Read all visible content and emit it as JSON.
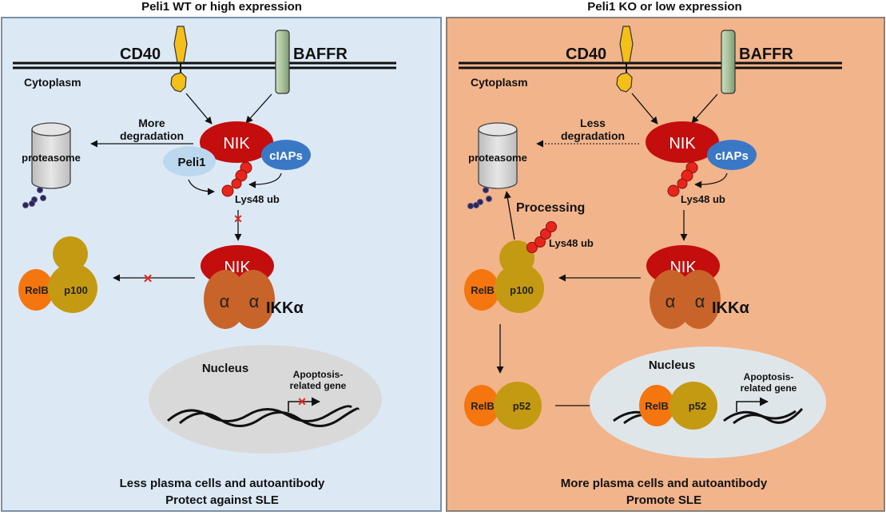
{
  "left": {
    "title": "Peli1 WT or high expression",
    "background": "#dce9f5",
    "cd40": "CD40",
    "baffr": "BAFFR",
    "cytoplasm": "Cytoplasm",
    "degradation_line1": "More",
    "degradation_line2": "degradation",
    "proteasome": "proteasome",
    "nik": "NIK",
    "peli1": "Peli1",
    "ciaps": "cIAPs",
    "lys48": "Lys48 ub",
    "nik2": "NIK",
    "alpha1": "α",
    "alpha2": "α",
    "ikk": "IKKα",
    "relb": "RelB",
    "p100": "p100",
    "nucleus": "Nucleus",
    "gene_line1": "Apoptosis-",
    "gene_line2": "related gene",
    "outcome_line1": "Less plasma cells and autoantibody",
    "outcome_line2": "Protect against SLE"
  },
  "right": {
    "title": "Peli1 KO or low expression",
    "background": "#f2b48b",
    "cd40": "CD40",
    "baffr": "BAFFR",
    "cytoplasm": "Cytoplasm",
    "degradation_line1": "Less",
    "degradation_line2": "degradation",
    "proteasome": "proteasome",
    "nik": "NIK",
    "ciaps": "cIAPs",
    "lys48": "Lys48 ub",
    "processing": "Processing",
    "lys48_p100": "Lys48 ub",
    "nik2": "NIK",
    "alpha1": "α",
    "alpha2": "α",
    "ikk": "IKKα",
    "relb": "RelB",
    "p100": "p100",
    "relb2": "RelB",
    "p52": "p52",
    "nucleus": "Nucleus",
    "relb3": "RelB",
    "p52b": "p52",
    "gene_line1": "Apoptosis-",
    "gene_line2": "related gene",
    "outcome_line1": "More plasma cells and autoantibody",
    "outcome_line2": "Promote SLE"
  },
  "colors": {
    "nik": "#c40d0d",
    "peli1": "#bcd8ee",
    "ciaps": "#3a78c6",
    "ub": "#e8251b",
    "ikk": "#c8642a",
    "relb": "#f5760f",
    "p100": "#c49a12",
    "cd40": "#f5bf1a",
    "baffr": "#a9c39c",
    "nucleus_left": "#d9d9d9",
    "nucleus_right": "#dfe6ea",
    "block": "#e8251b"
  }
}
